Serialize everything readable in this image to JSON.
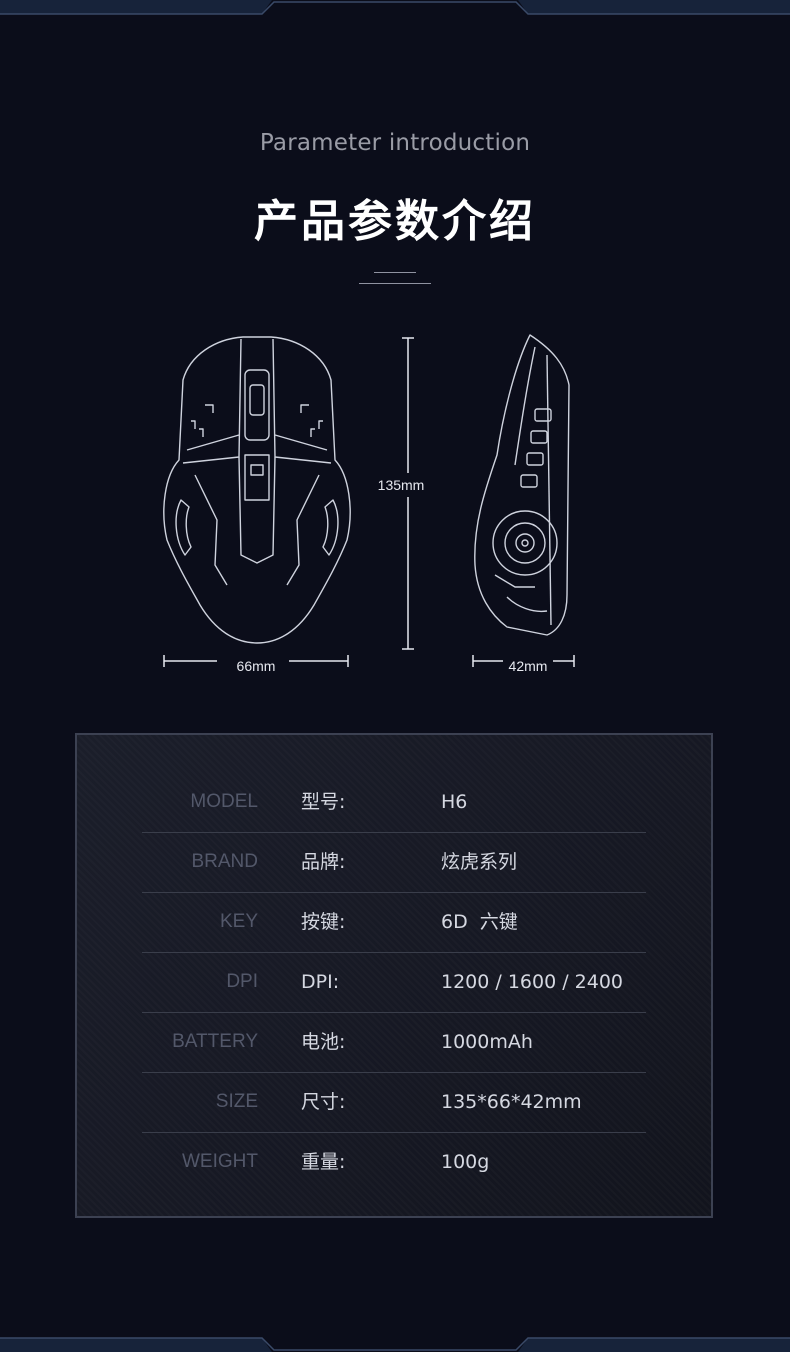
{
  "header": {
    "subtitle": "Parameter introduction",
    "title": "产品参数介绍"
  },
  "dimensions": {
    "length": "135mm",
    "width": "66mm",
    "height": "42mm"
  },
  "specs": [
    {
      "en": "MODEL",
      "cn": "型号:",
      "value": "H6"
    },
    {
      "en": "BRAND",
      "cn": "品牌:",
      "value": "炫虎系列"
    },
    {
      "en": "KEY",
      "cn": "按键:",
      "value": "6D  六键"
    },
    {
      "en": "DPI",
      "cn": "DPI:",
      "value": "1200 / 1600 / 2400"
    },
    {
      "en": "BATTERY",
      "cn": "电池:",
      "value": "1000mAh"
    },
    {
      "en": "SIZE",
      "cn": "尺寸:",
      "value": "135*66*42mm"
    },
    {
      "en": "WEIGHT",
      "cn": "重量:",
      "value": "100g"
    }
  ],
  "colors": {
    "background": "#0b0d1a",
    "frame_accent": "#1a2a44",
    "panel_border": "#3c4152"
  }
}
